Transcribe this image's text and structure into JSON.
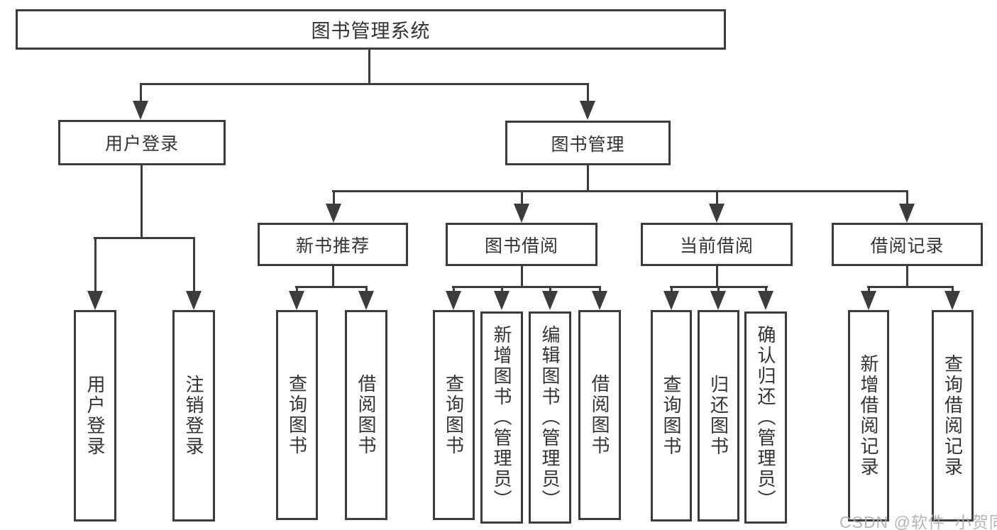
{
  "diagram": {
    "type": "hierarchy-tree",
    "colors": {
      "line": "#3c3c3c",
      "border": "#3c3c3c",
      "text": "#333333",
      "background": "#ffffff",
      "watermark": "#a6aaae"
    },
    "tree": {
      "root": "图书管理系统",
      "children": [
        {
          "label": "用户登录",
          "leaves": [
            "用户登录",
            "注销登录"
          ]
        },
        {
          "label": "图书管理",
          "children": [
            {
              "label": "新书推荐",
              "leaves": [
                "查询图书",
                "借阅图书"
              ]
            },
            {
              "label": "图书借阅",
              "leaves": [
                "查询图书",
                "新增图书（管理员）",
                "编辑图书（管理员）",
                "借阅图书"
              ]
            },
            {
              "label": "当前借阅",
              "leaves": [
                "查询图书",
                "归还图书",
                "确认归还（管理员）"
              ]
            },
            {
              "label": "借阅记录",
              "leaves": [
                "新增借阅记录",
                "查询借阅记录"
              ]
            }
          ]
        }
      ]
    },
    "watermark": "CSDN @软件_小贺同学"
  }
}
